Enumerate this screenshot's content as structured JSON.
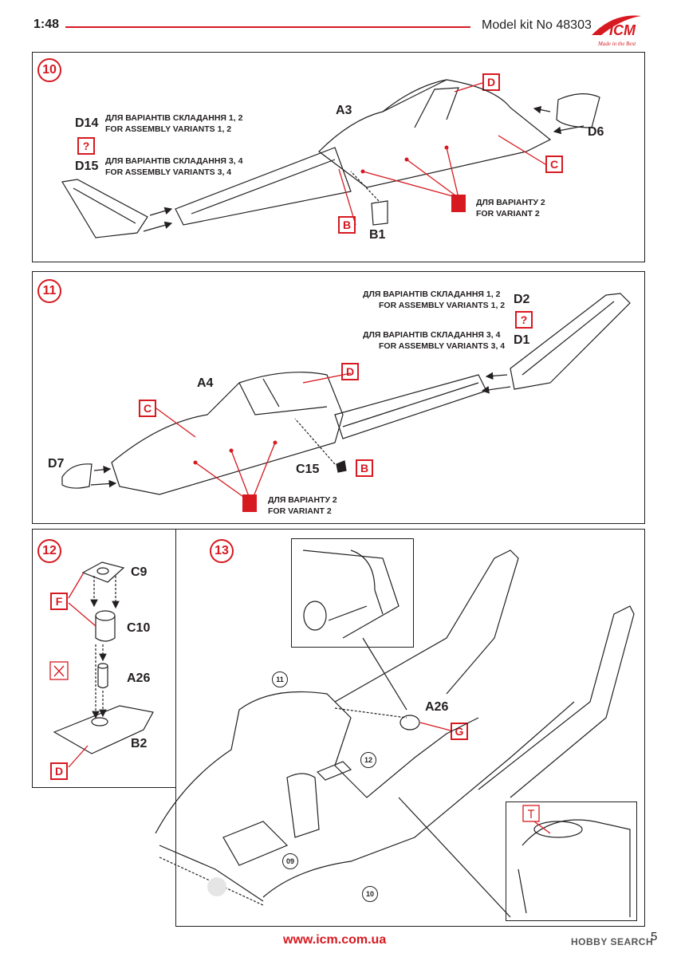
{
  "header": {
    "scale": "1:48",
    "kit": "Model kit No 48303",
    "logo_text": "ICM",
    "logo_tagline": "Made in the Best",
    "accent_color": "#d71920"
  },
  "step10": {
    "number": "10",
    "parts": {
      "a3": "A3",
      "d6": "D6",
      "b1": "B1",
      "d14": "D14",
      "d15": "D15"
    },
    "refs": {
      "d": "D",
      "c": "C",
      "b": "B",
      "q": "?"
    },
    "variants12_ua": "ДЛЯ ВАРІАНТІВ СКЛАДАННЯ 1, 2",
    "variants12_en": "FOR ASSEMBLY VARIANTS 1, 2",
    "variants34_ua": "ДЛЯ ВАРІАНТІВ СКЛАДАННЯ 3, 4",
    "variants34_en": "FOR ASSEMBLY VARIANTS 3, 4",
    "variant2_ua": "ДЛЯ ВАРІАНТУ 2",
    "variant2_en": "FOR VARIANT 2"
  },
  "step11": {
    "number": "11",
    "parts": {
      "a4": "A4",
      "d7": "D7",
      "c15": "C15",
      "d2": "D2",
      "d1": "D1"
    },
    "refs": {
      "d": "D",
      "c": "C",
      "b": "B",
      "q": "?"
    },
    "variants12_ua": "ДЛЯ ВАРІАНТІВ СКЛАДАННЯ 1, 2",
    "variants12_en": "FOR ASSEMBLY VARIANTS 1, 2",
    "variants34_ua": "ДЛЯ ВАРІАНТІВ СКЛАДАННЯ 3, 4",
    "variants34_en": "FOR ASSEMBLY VARIANTS 3, 4",
    "variant2_ua": "ДЛЯ ВАРІАНТУ 2",
    "variant2_en": "FOR VARIANT 2"
  },
  "step12": {
    "number": "12",
    "parts": {
      "c9": "C9",
      "c10": "C10",
      "a26": "A26",
      "b2": "B2"
    },
    "refs": {
      "f": "F",
      "d": "D"
    }
  },
  "step13": {
    "number": "13",
    "parts": {
      "a26": "A26"
    },
    "refs": {
      "g": "G"
    },
    "subrefs": {
      "s11": "11",
      "s12": "12",
      "s09": "09",
      "s10": "10"
    }
  },
  "footer": {
    "url": "www.icm.com.ua",
    "page": "5",
    "watermark": "HOBBY SEARCH"
  }
}
